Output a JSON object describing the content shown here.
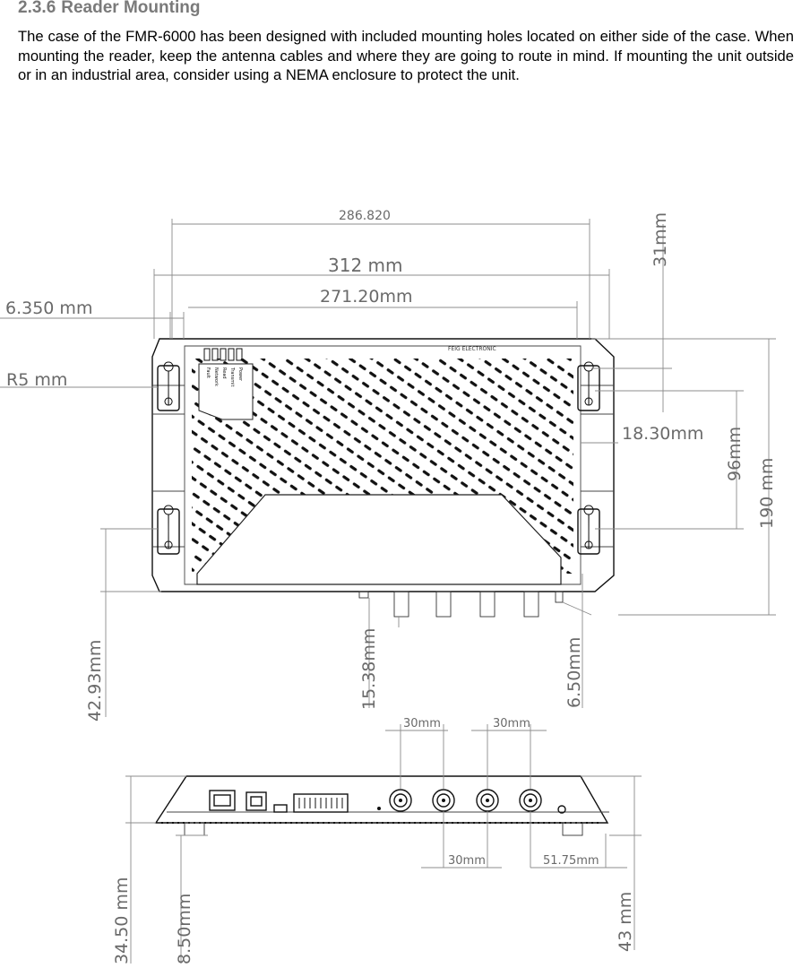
{
  "section": {
    "number": "2.3.6",
    "title": "Reader Mounting",
    "paragraph": "The case of the FMR-6000 has been designed with included mounting holes located on either side of the case. When mounting the reader, keep the antenna cables and where they are going to route in mind. If mounting the unit outside or in an industrial area, consider using a NEMA enclosure to protect the unit."
  },
  "drawing": {
    "dimensions": {
      "hole_span": "286.820",
      "overall_width": "312 mm",
      "inner_width": "271.20mm",
      "edge_offset": "6.350 mm",
      "hole_radius": "R5 mm",
      "top_to_hole": "31mm",
      "hole_inset": "18.30mm",
      "hole_spacing": "96mm",
      "overall_depth": "190 mm",
      "bottom_to_hole": "42.93mm",
      "connector_depth": "15.38mm",
      "foot_depth": "6.50mm",
      "connector_pitch_1": "30mm",
      "connector_pitch_2": "30mm",
      "connector_pitch_3": "30mm",
      "connector_to_edge": "51.75mm",
      "side_height": "34.50 mm",
      "foot_height": "8.50mm",
      "overall_height": "43 mm"
    },
    "led_labels": [
      "Fault",
      "Network",
      "Read",
      "Transmit",
      "Power"
    ],
    "brand_text": "FEIG ELECTRONIC"
  }
}
